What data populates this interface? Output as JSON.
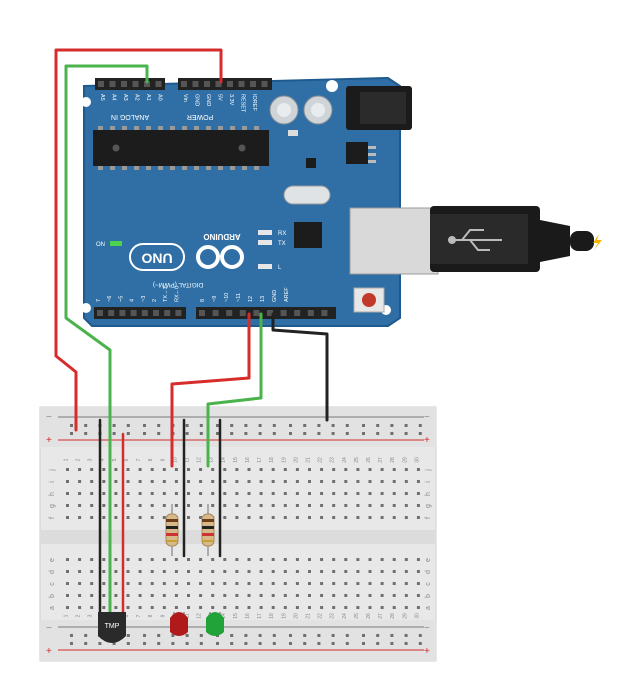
{
  "arduino": {
    "brand": "ARDUINO",
    "model": "UNO",
    "on_label": "ON",
    "analog_label": "ANALOG IN",
    "power_label": "POWER",
    "digital_label": "DIGITAL (PWM~)",
    "led_labels": [
      "RX",
      "TX",
      "L"
    ],
    "analog_pins": [
      "A5",
      "A4",
      "A3",
      "A2",
      "A1",
      "A0"
    ],
    "power_pins": [
      "Vin",
      "GND",
      "GND",
      "5V",
      "3.3V",
      "RESET",
      "IOREF"
    ],
    "digital_pins_left": [
      "7",
      "~6",
      "~5",
      "4",
      "~3",
      "2",
      "TX→1",
      "RX←0"
    ],
    "digital_pins_right": [
      "AREF",
      "GND",
      "13",
      "12",
      "~11",
      "~10",
      "~9",
      "8"
    ]
  },
  "breadboard": {
    "rail_plus": "+",
    "rail_minus": "−",
    "row_letters_top": [
      "j",
      "i",
      "h",
      "g",
      "f"
    ],
    "row_letters_bottom": [
      "e",
      "d",
      "c",
      "b",
      "a"
    ],
    "column_numbers": [
      "1",
      "2",
      "3",
      "4",
      "5",
      "6",
      "7",
      "8",
      "9",
      "10",
      "11",
      "12",
      "13",
      "14",
      "15",
      "16",
      "17",
      "18",
      "19",
      "20",
      "21",
      "22",
      "23",
      "24",
      "25",
      "26",
      "27",
      "28",
      "29",
      "30"
    ]
  },
  "components": {
    "temp_sensor_label": "TMP",
    "led_red_color": "#b11a1a",
    "led_green_color": "#21a339"
  },
  "colors": {
    "board": "#2f6fa6",
    "wire_red": "#d62c2c",
    "wire_green": "#4bb34b",
    "wire_black": "#222222",
    "breadboard": "#e8e8e8"
  },
  "usb_icon": "usb-icon",
  "bolt_icon": "lightning-bolt-icon"
}
